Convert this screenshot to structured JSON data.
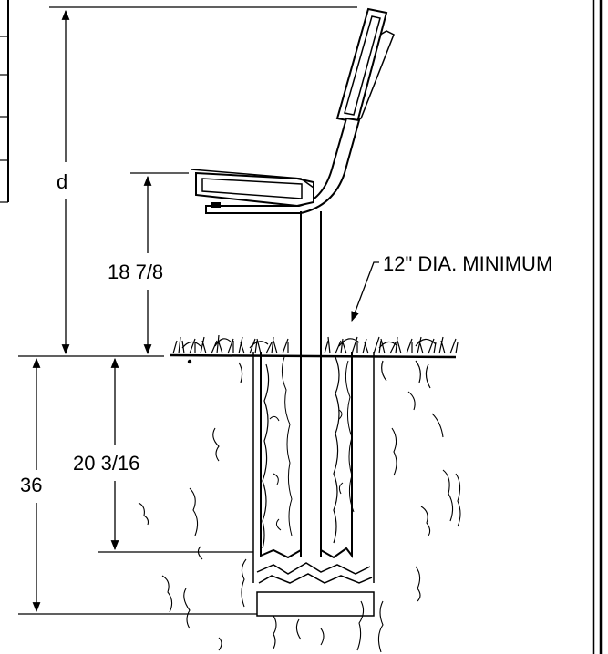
{
  "dimensions": {
    "overall_height": "d",
    "seat_height": "18 7/8",
    "embed_depth": "20 3/16",
    "footing_depth": "36",
    "callout": "12\" DIA. MINIMUM"
  },
  "colors": {
    "ink": "#000000",
    "paper": "#ffffff",
    "concrete": "#f2f2f2"
  }
}
